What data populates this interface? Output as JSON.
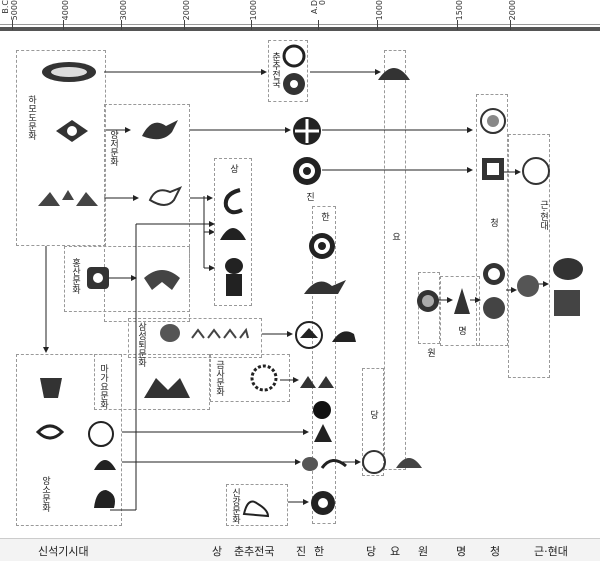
{
  "timeline": {
    "bc_label": "B.C",
    "ad_label": "A.D",
    "ticks": [
      "5000",
      "4000",
      "3000",
      "2000",
      "1000",
      "0",
      "1000",
      "1500",
      "2000"
    ]
  },
  "cultures": {
    "hemudu": "하모도문화",
    "liangzhu": "양저문화",
    "hongshan": "홍산문화",
    "yangshao": "앙소문화",
    "majiayao": "마가요문화",
    "sanxingdui": "삼성퇴문화",
    "jinsha": "금사문화",
    "xinjiang": "신강문화"
  },
  "dynasties": {
    "shang": "상",
    "chunqiu": "춘추전국",
    "qin": "진",
    "han": "한",
    "tang": "당",
    "liao": "요",
    "yuan": "원",
    "ming": "명",
    "qing": "청",
    "modern": "근·현대"
  },
  "periods": {
    "neolithic": "신석기시대",
    "shang": "상",
    "chunqiu": "춘추전국",
    "qin": "진",
    "han": "한",
    "tang": "당",
    "liao": "요",
    "yuan": "원",
    "ming": "명",
    "qing": "청",
    "modern": "근·현대"
  }
}
